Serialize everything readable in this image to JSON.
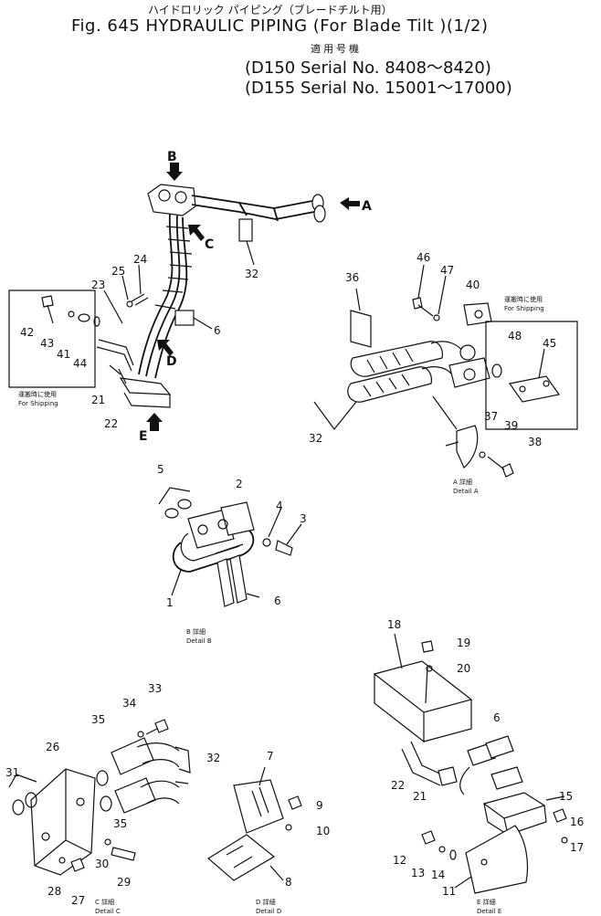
{
  "header": {
    "jp_line": "ハイドロリック パイピング（ブレードチルト用）",
    "fig_line": "Fig. 645  HYDRAULIC PIPING (For Blade Tilt )(1/2)",
    "jp_applicable": "適用号機",
    "serial_1": "(D150 Serial No. 8408～8420)",
    "serial_2": "(D155 Serial No. 15001～17000)"
  },
  "arrows": {
    "a": "A",
    "b": "B",
    "c": "C",
    "d": "D",
    "e": "E"
  },
  "shipping_note": {
    "jp": "運搬時に使用",
    "en": "For Shipping"
  },
  "details": {
    "a": {
      "jp": "A 詳細",
      "en": "Detail A"
    },
    "b": {
      "jp": "B 詳細",
      "en": "Detail B"
    },
    "c": {
      "jp": "C 詳細",
      "en": "Detail C"
    },
    "d": {
      "jp": "D 詳細",
      "en": "Detail D"
    },
    "e": {
      "jp": "E 詳細",
      "en": "Detail E"
    }
  },
  "parts": {
    "p1": "1",
    "p2": "2",
    "p3": "3",
    "p4": "4",
    "p5": "5",
    "p6a": "6",
    "p6b": "6",
    "p6c": "6",
    "p7": "7",
    "p8": "8",
    "p9": "9",
    "p10": "10",
    "p11": "11",
    "p12": "12",
    "p13": "13",
    "p14": "14",
    "p15": "15",
    "p16": "16",
    "p17": "17",
    "p18": "18",
    "p19": "19",
    "p20": "20",
    "p21a": "21",
    "p21b": "21",
    "p22a": "22",
    "p22b": "22",
    "p23": "23",
    "p24": "24",
    "p25": "25",
    "p26": "26",
    "p27": "27",
    "p28": "28",
    "p29": "29",
    "p30": "30",
    "p31": "31",
    "p32a": "32",
    "p32b": "32",
    "p32c": "32",
    "p33": "33",
    "p34": "34",
    "p35a": "35",
    "p35b": "35",
    "p36": "36",
    "p37": "37",
    "p38": "38",
    "p39": "39",
    "p40": "40",
    "p41": "41",
    "p42": "42",
    "p43": "43",
    "p44": "44",
    "p45": "45",
    "p46": "46",
    "p47": "47",
    "p48": "48"
  }
}
